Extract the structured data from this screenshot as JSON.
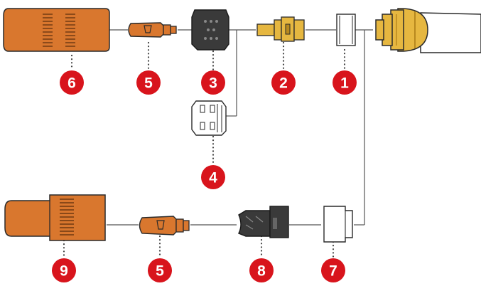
{
  "diagram": {
    "colors": {
      "copper": "#d9772e",
      "copper_dark": "#b55a1a",
      "brass": "#e6b740",
      "brass_dark": "#b8891f",
      "black_part": "#3a3a3a",
      "white_part": "#ffffff",
      "outline": "#2a2a2a",
      "connector": "#555555",
      "badge": "#d8141c",
      "badge_text": "#ffffff"
    },
    "callouts": {
      "c1": "1",
      "c2": "2",
      "c3": "3",
      "c4": "4",
      "c5_top": "5",
      "c6": "6",
      "c5_bottom": "5",
      "c7": "7",
      "c8": "8",
      "c9": "9"
    },
    "parts": [
      {
        "id": "torch-head",
        "icon": "torch-head-icon"
      },
      {
        "id": "part-1",
        "icon": "white-ring-icon"
      },
      {
        "id": "part-2",
        "icon": "brass-electrode-icon"
      },
      {
        "id": "part-3",
        "icon": "black-swirl-ring-icon"
      },
      {
        "id": "part-4",
        "icon": "white-swirl-ring-icon"
      },
      {
        "id": "part-5-top",
        "icon": "copper-nozzle-icon"
      },
      {
        "id": "part-6",
        "icon": "copper-shield-cup-icon"
      },
      {
        "id": "part-7",
        "icon": "white-retaining-ring-icon"
      },
      {
        "id": "part-8",
        "icon": "black-electrode-icon"
      },
      {
        "id": "part-5-bottom",
        "icon": "copper-nozzle-icon"
      },
      {
        "id": "part-9",
        "icon": "copper-shield-cup-icon"
      }
    ]
  }
}
